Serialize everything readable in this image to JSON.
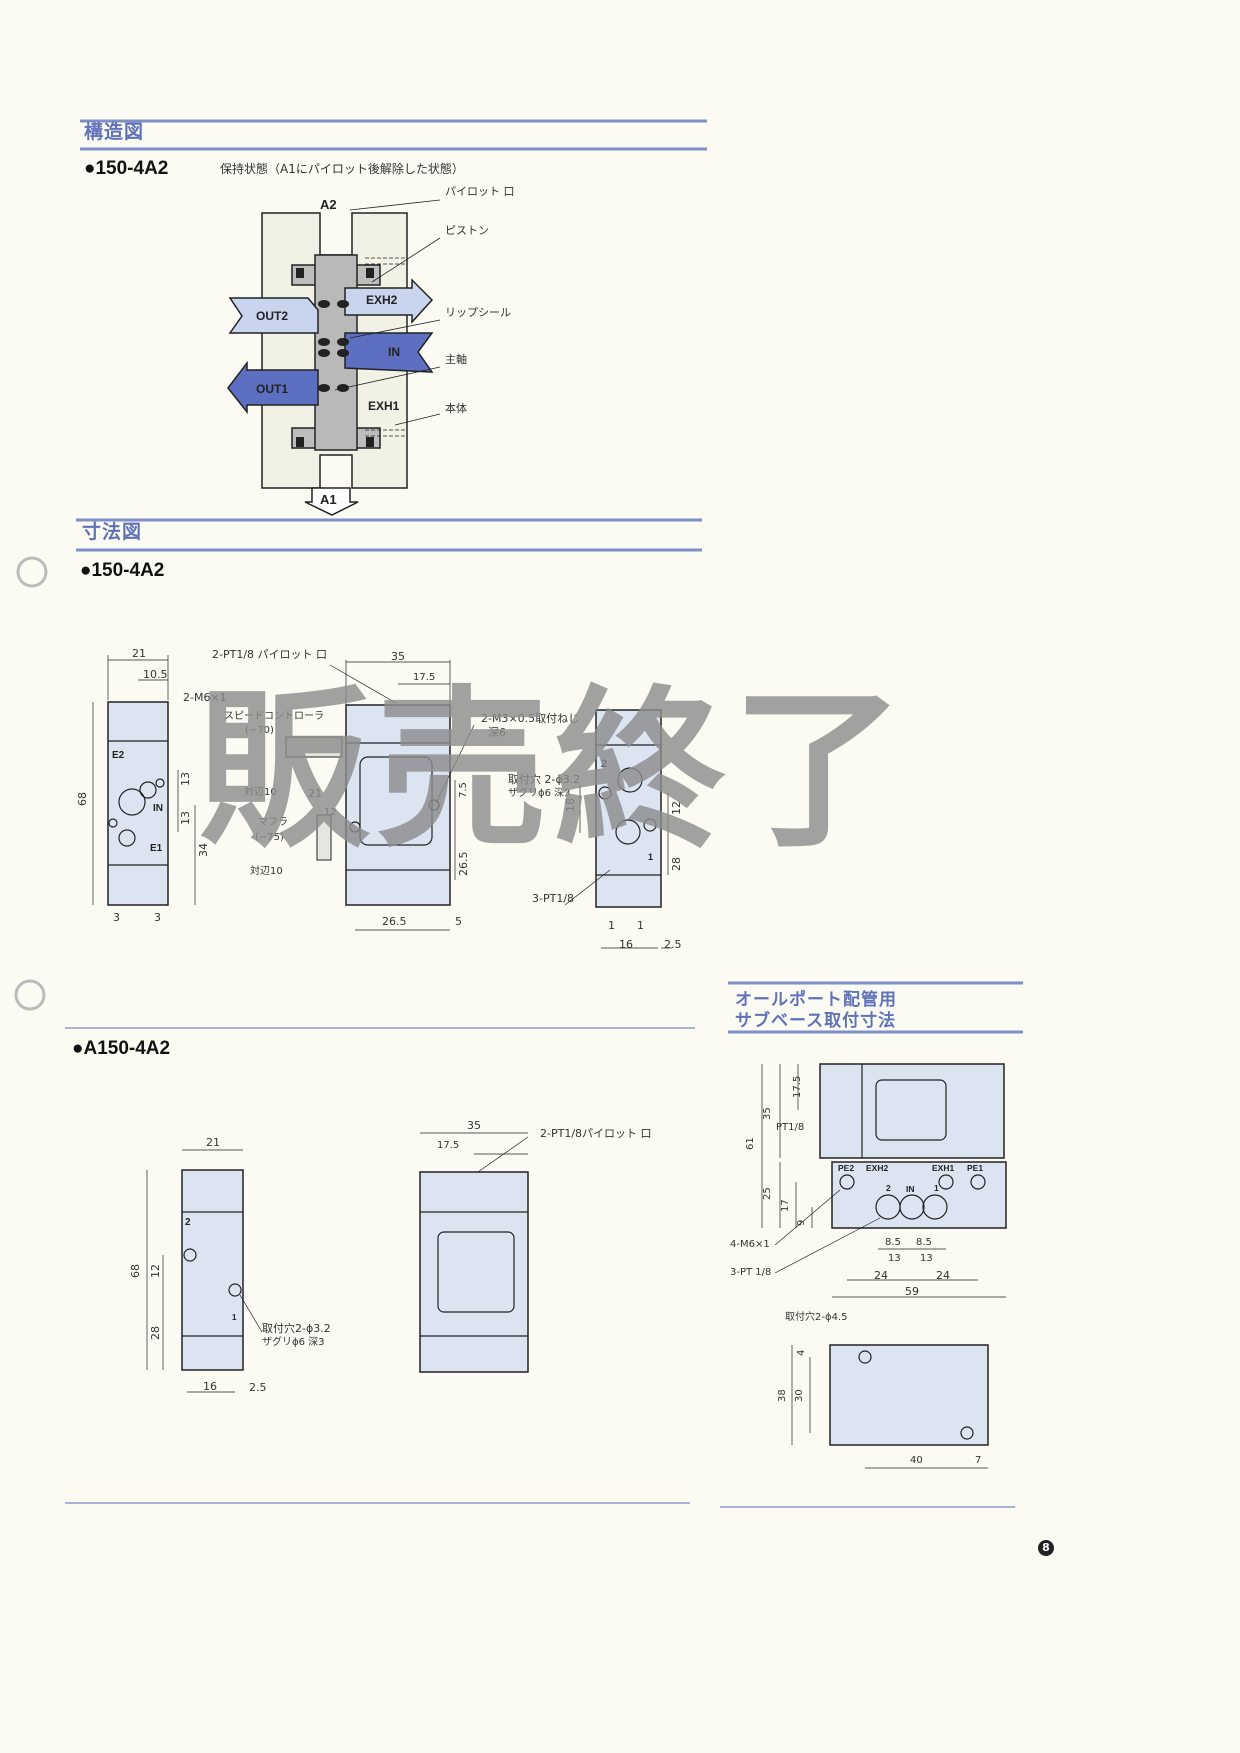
{
  "structure": {
    "title": "構造図",
    "model": "●150-4A2",
    "caption": "保持状態（A1にパイロット後解除した状態）",
    "ports": {
      "a2": "A2",
      "a1": "A1",
      "out2": "OUT2",
      "out1": "OUT1",
      "exh2": "EXH2",
      "exh1": "EXH1",
      "in": "IN"
    },
    "callouts": [
      "パイロット 口",
      "ピストン",
      "リップシール",
      "主軸",
      "本体"
    ]
  },
  "dimensions": {
    "title": "寸法図",
    "model": "●150-4A2",
    "side": {
      "w21": "21",
      "w105": "10.5",
      "m6": "2-M6×1",
      "e2": "E2",
      "in": "IN",
      "e1": "E1",
      "h68": "68",
      "d13a": "13",
      "d13b": "13",
      "d34": "34",
      "b3a": "3",
      "b3b": "3"
    },
    "front": {
      "pilot": "2-PT1/8 パイロット 口",
      "w35": "35",
      "w175": "17.5",
      "speed": "スピードコントローラ",
      "speed_len": "(−70)",
      "flat10a": "対辺10",
      "d21": "21",
      "d12": "12",
      "muffler": "マフラ",
      "muffler_len": "(−75)",
      "flat10b": "対辺10",
      "m3": "2-M3×0.5取付ねじ",
      "depth6": "深6",
      "d75": "7.5",
      "d265v": "26.5",
      "d265h": "26.5",
      "d5": "5"
    },
    "right": {
      "hole": "取付穴 2-ϕ3.2",
      "counter": "ザグリϕ6 深3",
      "p2": "2",
      "p1": "1",
      "d18": "18",
      "d12": "12",
      "d28": "28",
      "pt": "3-PT1/8",
      "b1a": "1",
      "b1b": "1",
      "d16": "16",
      "d25": "2.5"
    }
  },
  "a150": {
    "model": "●A150-4A2",
    "left": {
      "w21": "21",
      "h68": "68",
      "d12": "12",
      "d28": "28",
      "p2": "2",
      "p1": "1",
      "hole": "取付穴2-ϕ3.2",
      "counter": "ザグリϕ6 深3",
      "d16": "16",
      "d25": "2.5"
    },
    "right": {
      "w35": "35",
      "w175": "17.5",
      "pilot": "2-PT1/8パイロット 口"
    }
  },
  "subbase": {
    "title_line1": "オールポート配管用",
    "title_line2": "サブベース取付寸法",
    "labels": {
      "d175": "17.5",
      "d35": "35",
      "d61": "61",
      "pt18": "PT1/8",
      "d25": "25",
      "d17": "17",
      "d9": "9",
      "pe2": "PE2",
      "exh2": "EXH2",
      "in": "IN",
      "exh1": "EXH1",
      "pe1": "PE1",
      "p2": "2",
      "p1": "1",
      "d85a": "8.5",
      "d85b": "8.5",
      "d13a": "13",
      "d13b": "13",
      "d24a": "24",
      "d24b": "24",
      "d59": "59",
      "m6": "4-M6×1",
      "pt3": "3-PT 1/8",
      "hole": "取付穴2-ϕ4.5",
      "d4": "4",
      "d38": "38",
      "d30": "30",
      "d40": "40",
      "d7": "7"
    }
  },
  "watermark": "販売終了",
  "page_number": "8",
  "colors": {
    "heading": "#6073b8",
    "rule": "#7f8fc8",
    "body_fill": "#dde4f1",
    "in_flow": "#5d6fc0",
    "out_flow": "#c8d4ee"
  }
}
